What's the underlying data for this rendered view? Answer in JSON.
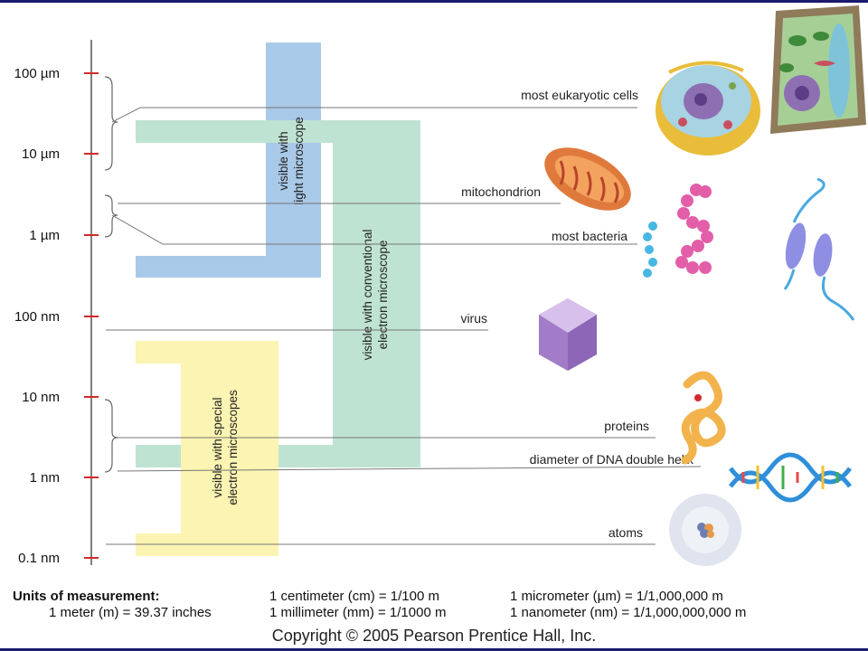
{
  "scale": {
    "ticks": [
      "100 µm",
      "10 µm",
      "1 µm",
      "100 nm",
      "10 nm",
      "1 nm",
      "0.1 nm"
    ]
  },
  "bands": {
    "light": {
      "label_line1": "visible with",
      "label_line2": "light microscope",
      "color": "#a9c9e8"
    },
    "conventional": {
      "label_line1": "visible with conventional",
      "label_line2": "electron microscope",
      "color": "#bfe3d3"
    },
    "special": {
      "label_line1": "visible with special",
      "label_line2": "electron microscopes",
      "color": "#fbf4b2"
    }
  },
  "objects": {
    "eukaryotic": "most eukaryotic cells",
    "mitochondrion": "mitochondrion",
    "bacteria": "most bacteria",
    "virus": "virus",
    "proteins": "proteins",
    "dna": "diameter of DNA double helix",
    "atoms": "atoms"
  },
  "illustrations": [
    "animal-cell-icon",
    "plant-cell-icon",
    "mitochondrion-icon",
    "bacteria-icon",
    "virus-icon",
    "protein-icon",
    "dna-helix-icon",
    "atom-icon"
  ],
  "units": {
    "title": "Units of measurement:",
    "meter": "1 meter (m) = 39.37 inches",
    "centimeter": "1 centimeter (cm) = 1/100 m",
    "millimeter": "1 millimeter (mm) = 1/1000 m",
    "micrometer": "1 micrometer (µm) = 1/1,000,000 m",
    "nanometer": "1 nanometer (nm) = 1/1,000,000,000 m"
  },
  "copyright": "Copyright © 2005 Pearson Prentice Hall, Inc."
}
